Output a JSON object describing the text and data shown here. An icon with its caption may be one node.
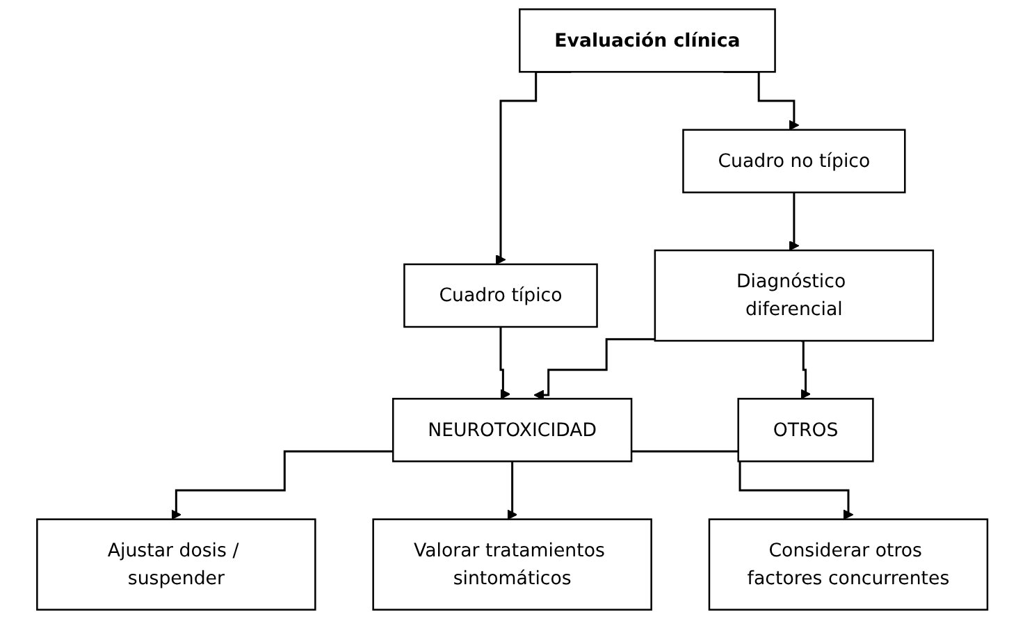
{
  "diagram": {
    "nodes": [
      {
        "text": [
          "Evaluación clínica"
        ]
      },
      {
        "text": [
          "Cuadro típico"
        ]
      },
      {
        "text": [
          "Cuadro no típico"
        ]
      },
      {
        "text": [
          "Diagnóstico diferencial"
        ]
      },
      {
        "text": [
          "NEUROTOXICIDAD"
        ]
      },
      {
        "text": [
          "OTROS"
        ]
      },
      {
        "text": [
          "Ajustar dosis / suspender"
        ]
      },
      {
        "text": [
          "Considerar otros factores concurrentes"
        ]
      },
      {
        "text": [
          "Valorar tratamientos sintomáticos"
        ]
      }
    ],
    "edges": [
      {
        "from": 0,
        "to": 1,
        "arrow": "to"
      },
      {
        "from": 0,
        "to": 2,
        "arrow": "to"
      },
      {
        "from": 1,
        "to": 4,
        "arrow": "to"
      },
      {
        "from": 2,
        "to": 3,
        "arrow": "to"
      },
      {
        "from": 3,
        "to": 4,
        "arrow": "to"
      },
      {
        "from": 3,
        "to": 5,
        "arrow": "to"
      },
      {
        "from": 4,
        "to": 6,
        "arrow": "to"
      },
      {
        "from": 4,
        "to": 8,
        "arrow": "to"
      },
      {
        "from": 4,
        "to": 7,
        "arrow": "to"
      }
    ]
  }
}
